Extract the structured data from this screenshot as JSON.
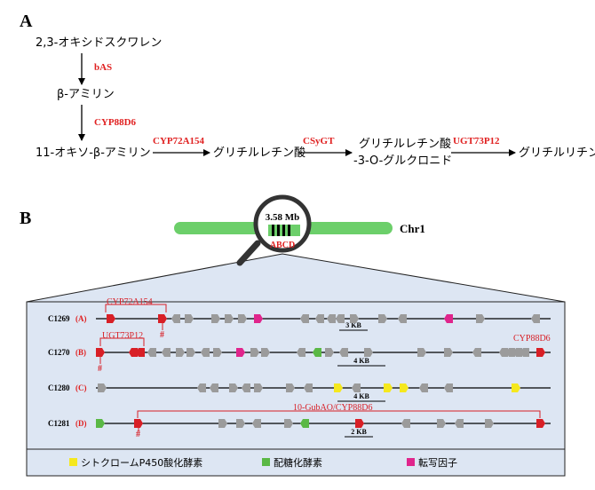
{
  "panel_a": {
    "label": "A",
    "nodes": {
      "oxidosqualene": "2,3-オキシドスクワレン",
      "beta_amyrin": "β-アミリン",
      "oxo_amyrin": "11-オキソ-β-アミリン",
      "glycyrrhetinic_acid": "グリチルレチン酸",
      "glucuronide_line1": "グリチルレチン酸",
      "glucuronide_line2": "-3-O-グルクロニド",
      "glycyrrhizin": "グリチルリチン"
    },
    "enzymes": {
      "bas": "bAS",
      "cyp88d6": "CYP88D6",
      "cyp72a154": "CYP72A154",
      "csygt": "CSyGT",
      "ugt73p12": "UGT73P12"
    }
  },
  "panel_b": {
    "label": "B",
    "chromosome": {
      "name": "Chr1",
      "zoom_size": "3.58 Mb",
      "zoom_letters": "ABCD"
    },
    "rows": [
      {
        "id": "C1269",
        "tag": "(A)",
        "scale": "3 KB",
        "callouts": [
          {
            "name": "CYP72A154",
            "marks": [
              "#"
            ]
          }
        ]
      },
      {
        "id": "C1270",
        "tag": "(B)",
        "scale": "4 KB",
        "callouts": [
          {
            "name": "UGT73P12",
            "marks": [
              "#"
            ]
          },
          {
            "name": "CYP88D6",
            "marks": []
          }
        ]
      },
      {
        "id": "C1280",
        "tag": "(C)",
        "scale": "4 KB",
        "callouts": []
      },
      {
        "id": "C1281",
        "tag": "(D)",
        "scale": "2 KB",
        "callouts": [
          {
            "name": "10-GubAO/CYP88D6",
            "marks": [
              "#"
            ]
          }
        ]
      }
    ],
    "legend": [
      {
        "label": "シトクロームP450酸化酵素",
        "color": "#f5e81e"
      },
      {
        "label": "配糖化酵素",
        "color": "#5ab845"
      },
      {
        "label": "転写因子",
        "color": "#e0258c"
      }
    ]
  },
  "colors": {
    "enzyme_text": "#e02020",
    "red_gene": "#d81f26",
    "grey_gene": "#9b9b9b",
    "chromosome": "#6ccf6a",
    "panel_bg": "#dde6f3"
  }
}
